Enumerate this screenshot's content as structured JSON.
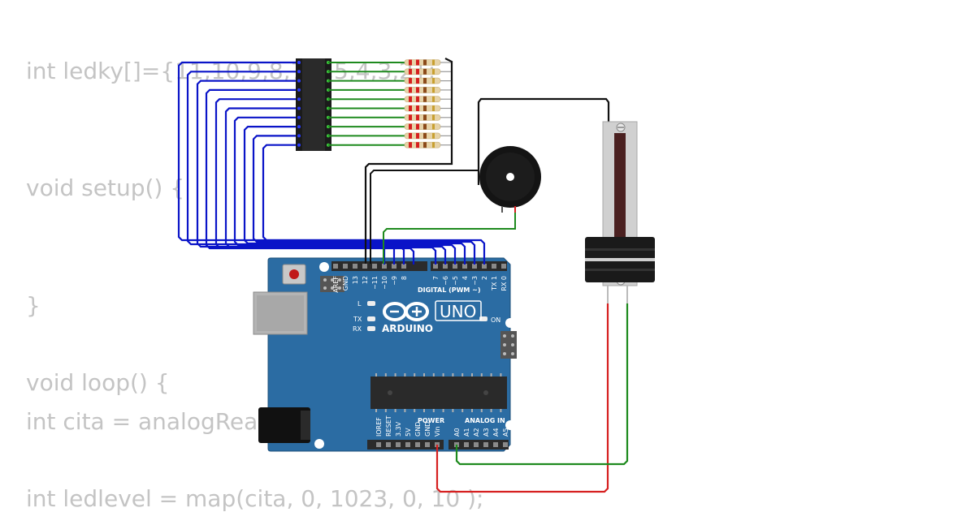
{
  "code_lines": [
    "int ledky[]={11,10,9,8,7,6,5,4,3,2};",
    "void setup() {",
    "}",
    "void loop() {",
    "int cita = analogRead(A0);",
    "int ledlevel = map(cita, 0, 1023, 0, 10 );"
  ],
  "board": {
    "brand": "ARDUINO",
    "model": "UNO",
    "digital_header": "DIGITAL (PWM ~)",
    "power_header": "POWER",
    "analog_header": "ANALOG IN",
    "on_label": "ON",
    "l_label": "L",
    "tx_label": "TX",
    "rx_label": "RX",
    "top_pins": [
      "AREF",
      "GND",
      "13",
      "12",
      "~11",
      "~10",
      "~9",
      "8",
      "7",
      "~6",
      "~5",
      "4",
      "~3",
      "2",
      "TX 1",
      "RX 0"
    ],
    "bottom_power_pins": [
      "IOREF",
      "RESET",
      "3.3V",
      "5V",
      "GND",
      "GND",
      "Vin"
    ],
    "bottom_analog_pins": [
      "A0",
      "A1",
      "A2",
      "A3",
      "A4",
      "A5"
    ]
  },
  "colors": {
    "board": "#2b6ca3",
    "signal_wire": "#0a14c8",
    "led_wire": "#1e8a1e",
    "ground_wire": "#111111",
    "power_wire": "#d62020",
    "code_text": "#c4c4c4"
  }
}
